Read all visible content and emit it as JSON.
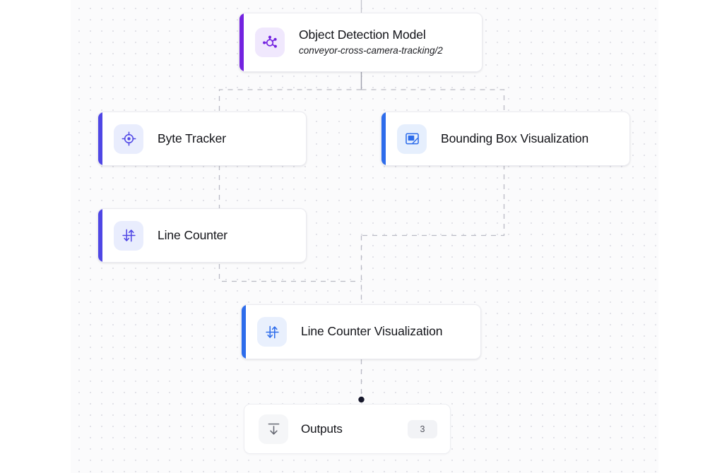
{
  "canvas": {
    "background_color": "#fbfbfc",
    "dot_color": "#e2e2e8",
    "edge_color": "#b9bac4",
    "edge_dot_color": "#17182b"
  },
  "nodes": [
    {
      "id": "object-detection-model",
      "title": "Object Detection Model",
      "subtitle": "conveyor-cross-camera-tracking/2",
      "icon": "model-graph-icon",
      "accent_color": "#7322e0",
      "icon_bg": "#f0e8fd",
      "icon_color": "#7322e0"
    },
    {
      "id": "byte-tracker",
      "title": "Byte Tracker",
      "icon": "crosshair-target-icon",
      "accent_color": "#4f46e5",
      "icon_bg": "#e9edfd",
      "icon_color": "#4f46e5"
    },
    {
      "id": "line-counter",
      "title": "Line Counter",
      "icon": "line-counter-arrows-icon",
      "accent_color": "#4f46e5",
      "icon_bg": "#e9edfd",
      "icon_color": "#4f46e5"
    },
    {
      "id": "bounding-box-visualization",
      "title": "Bounding Box Visualization",
      "icon": "image-box-icon",
      "accent_color": "#2d6ceb",
      "icon_bg": "#e6effd",
      "icon_color": "#2d6ceb"
    },
    {
      "id": "line-counter-visualization",
      "title": "Line Counter Visualization",
      "icon": "line-counter-arrows-icon",
      "accent_color": "#2d6ceb",
      "icon_bg": "#e9f0fd",
      "icon_color": "#2d6ceb"
    },
    {
      "id": "outputs",
      "title": "Outputs",
      "badge": "3",
      "icon": "output-download-icon",
      "accent_color": "#ffffff",
      "icon_bg": "#f5f6f8",
      "icon_color": "#666973"
    }
  ]
}
